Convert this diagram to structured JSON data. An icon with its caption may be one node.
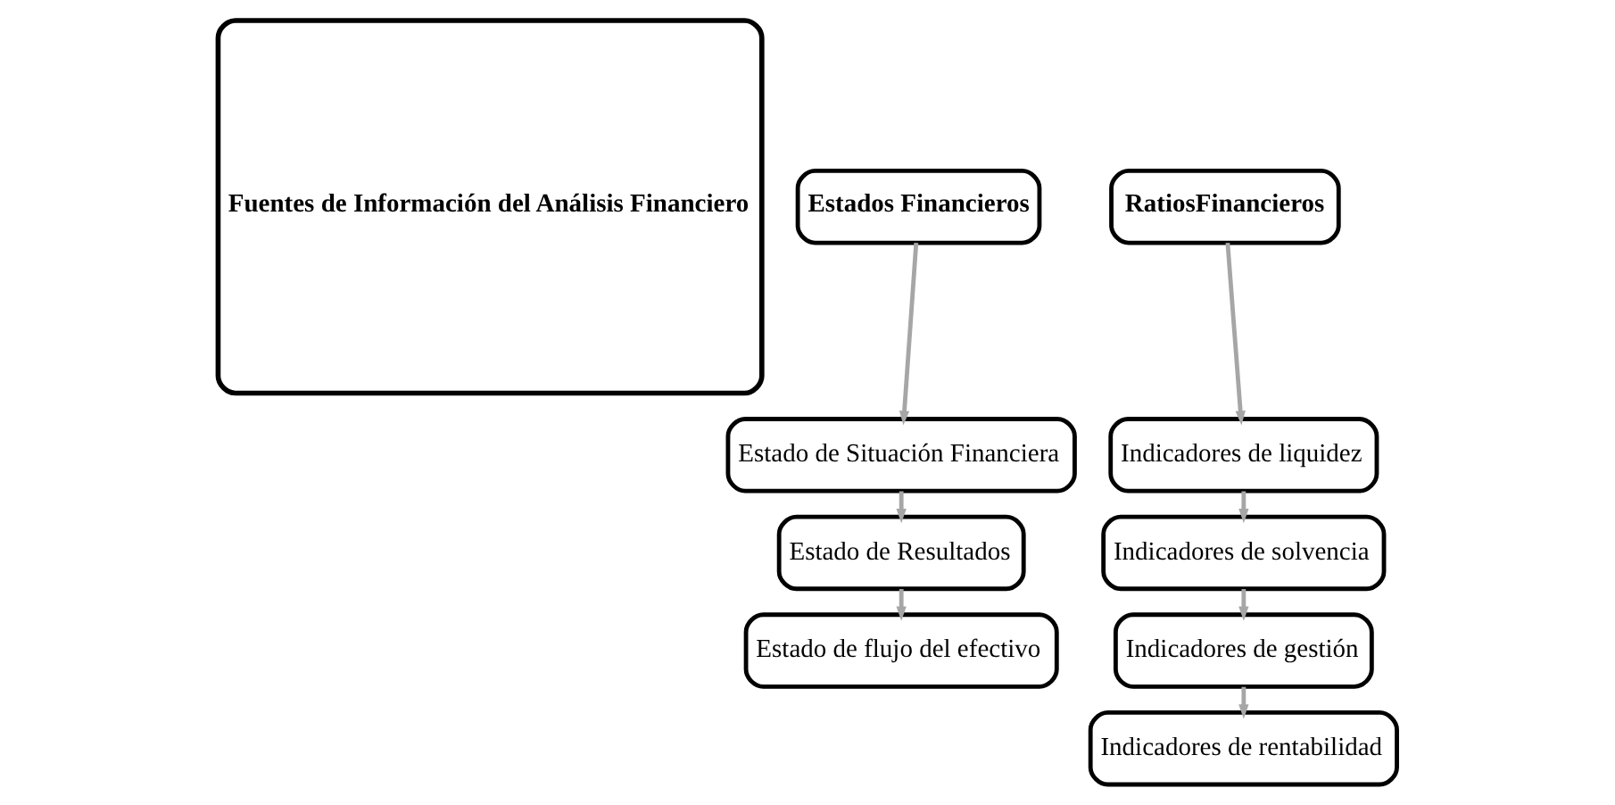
{
  "diagram": {
    "nodes": [
      {
        "text": [
          "Fuentes de Información del Análisis Financiero"
        ]
      },
      {
        "text": [
          "Estados Financieros"
        ]
      },
      {
        "text": [
          "Estado de Situación Financiera"
        ]
      },
      {
        "text": [
          "Estado de Resultados"
        ]
      },
      {
        "text": [
          "Estado de flujo del efectivo"
        ]
      },
      {
        "text": [
          "RatiosFinancieros"
        ]
      },
      {
        "text": [
          "Indicadores de liquidez"
        ]
      },
      {
        "text": [
          "Indicadores de solvencia"
        ]
      },
      {
        "text": [
          "Indicadores de gestión"
        ]
      },
      {
        "text": [
          "Indicadores de rentabilidad"
        ]
      }
    ],
    "edges": [
      {
        "from": 1,
        "to": 2,
        "arrow": "to"
      },
      {
        "from": 2,
        "to": 3,
        "arrow": "to"
      },
      {
        "from": 3,
        "to": 4,
        "arrow": "to"
      },
      {
        "from": 5,
        "to": 6,
        "arrow": "to"
      },
      {
        "from": 6,
        "to": 7,
        "arrow": "to"
      },
      {
        "from": 7,
        "to": 8,
        "arrow": "to"
      },
      {
        "from": 8,
        "to": 9,
        "arrow": "to"
      }
    ]
  }
}
